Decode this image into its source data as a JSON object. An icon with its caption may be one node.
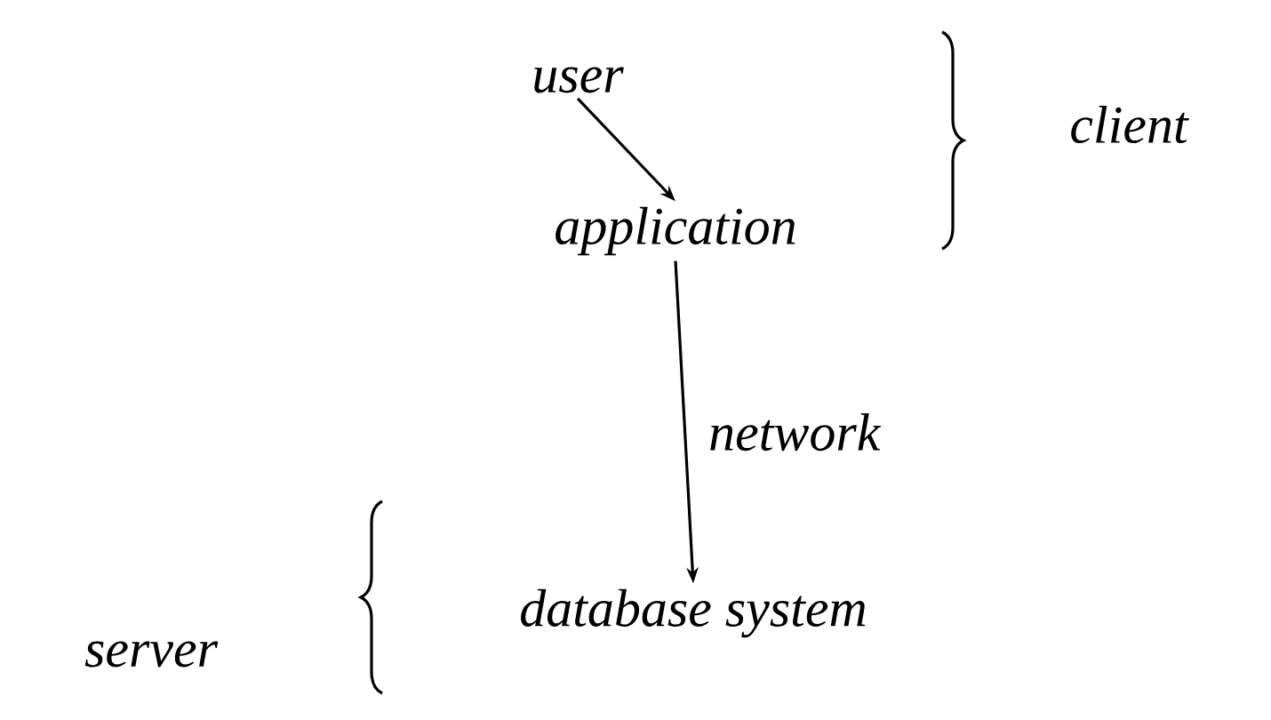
{
  "diagram": {
    "nodes": [
      {
        "text": [
          "user"
        ]
      },
      {
        "text": [
          "application"
        ]
      },
      {
        "text": [
          "database system"
        ]
      }
    ],
    "edges": [
      {
        "from": 0,
        "to": 1,
        "arrow": "to"
      },
      {
        "from": 1,
        "to": 2,
        "arrow": "to",
        "label": "network"
      }
    ],
    "labels": [
      "client",
      "server"
    ]
  }
}
